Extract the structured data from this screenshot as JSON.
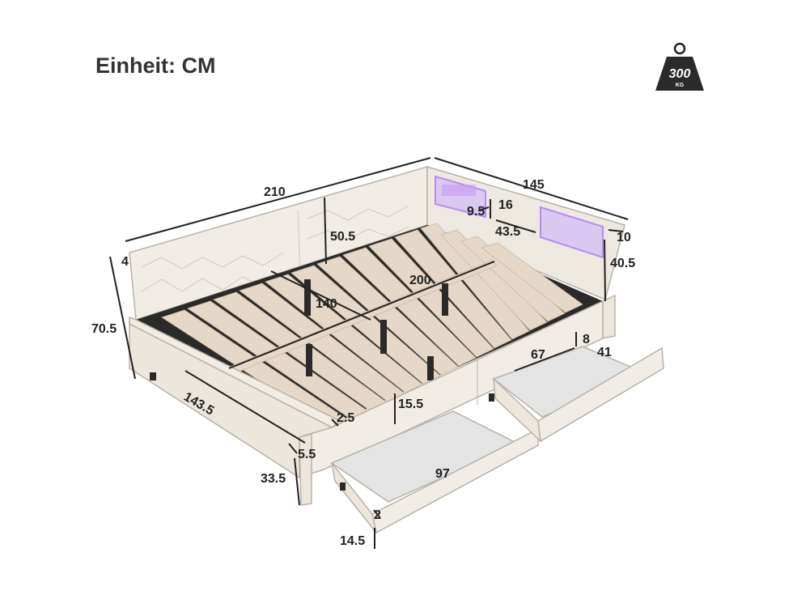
{
  "title": "Einheit: CM",
  "weight_badge": {
    "value": "300",
    "unit": "KG",
    "icon": "weight-icon"
  },
  "colors": {
    "upholstery": "#f1ede6",
    "upholstery_edge": "#b8b2a8",
    "slat": "#e6d8c8",
    "frame_dark": "#2a2a2a",
    "led": "#b98cf0",
    "drawer_inside": "#e4e4e4"
  },
  "dimensions": {
    "overall_length": "210",
    "overall_width": "145",
    "backrest_height": "50.5",
    "backrest_thickness": "4",
    "total_height": "70.5",
    "shelf_height": "16",
    "shelf_depth": "9.5",
    "shelf_width": "43.5",
    "side_thickness": "10",
    "side_height": "40.5",
    "mattress_length": "200",
    "mattress_width": "140",
    "frame_length": "143.5",
    "rail_thickness": "2.5",
    "rail_height": "15.5",
    "leg_width": "5.5",
    "leg_height": "33.5",
    "drawer_length": "97",
    "drawer_wall": "2",
    "drawer_height": "14.5",
    "drawer_front_depth": "67",
    "drawer_depth": "41",
    "drawer_front_thickness": "8"
  }
}
